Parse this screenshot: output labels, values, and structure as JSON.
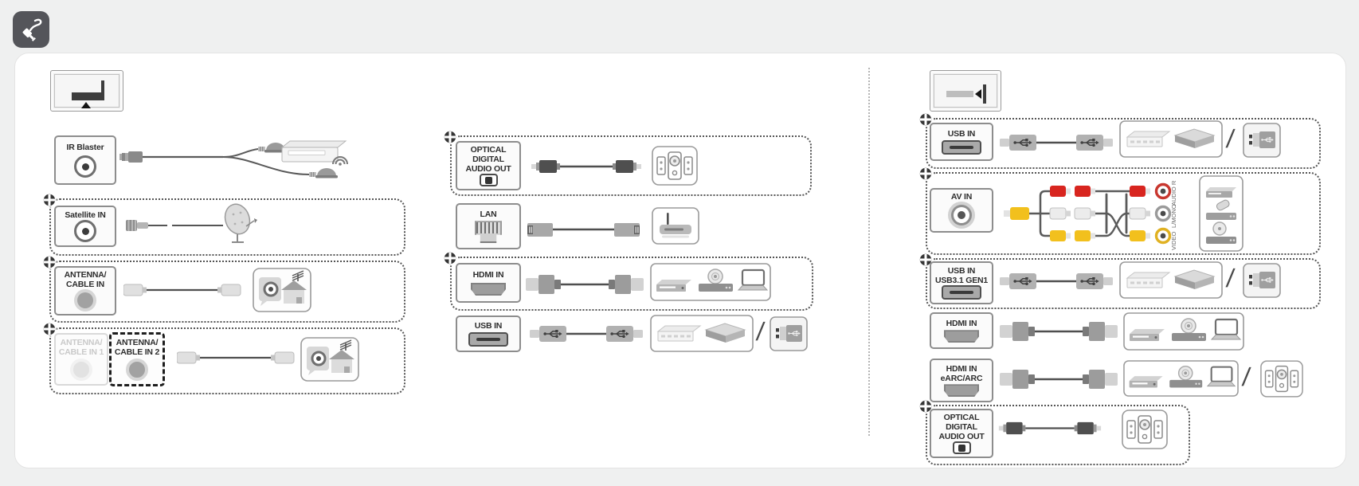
{
  "glyphs": {
    "slash": "/"
  },
  "colors": {
    "page_bg": "#eff0f0",
    "panel_bg": "#ffffff",
    "app_icon_bg": "#54555a",
    "rca_red": "#d8251f",
    "rca_yellow": "#f2c01d",
    "rca_white": "#ececec",
    "dotted_border": "#555555"
  },
  "icons": {
    "app": "audio-plug-cable-icon",
    "tv_left": "tv-rear-connection-icon",
    "tv_right": "tv-side-connection-icon",
    "expand": "plus-expand-icon"
  },
  "left": {
    "ir_label": "IR Blaster",
    "satellite_label": "Satellite IN",
    "antenna_label": "ANTENNA/\nCABLE IN",
    "antenna1_label": "ANTENNA/\nCABLE IN 1",
    "antenna2_label": "ANTENNA/\nCABLE IN 2"
  },
  "middle": {
    "optical_label": "OPTICAL DIGITAL\nAUDIO OUT",
    "lan_label": "LAN",
    "hdmi_label": "HDMI IN",
    "usb_label": "USB IN"
  },
  "right": {
    "usb_label": "USB IN",
    "av_label": "AV IN",
    "av_jacks": [
      "AUDIO R",
      "L/MONO",
      "VIDEO"
    ],
    "usb31_label": "USB IN\nUSB3.1 GEN1",
    "hdmi_label": "HDMI IN",
    "hdmi_earc_label": "HDMI IN\neARC/ARC",
    "optical_label": "OPTICAL DIGITAL\nAUDIO OUT"
  }
}
